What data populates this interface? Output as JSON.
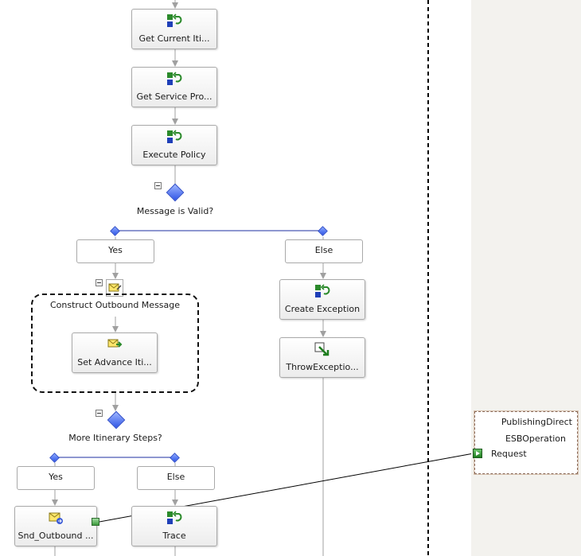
{
  "shapes": {
    "get_current_itinerary": "Get Current Iti...",
    "get_service_properties": "Get Service Pro...",
    "execute_policy": "Execute Policy",
    "create_exception": "Create Exception",
    "throw_exception": "ThrowExceptio...",
    "set_advance_itinerary": "Set Advance Iti...",
    "snd_outbound": "Snd_Outbound ...",
    "trace": "Trace"
  },
  "decisions": {
    "message_is_valid": "Message is Valid?",
    "more_itinerary_steps": "More Itinerary Steps?"
  },
  "branches": {
    "yes_1": "Yes",
    "else_1": "Else",
    "yes_2": "Yes",
    "else_2": "Else"
  },
  "scopes": {
    "construct_outbound": "Construct Outbound Message"
  },
  "port": {
    "name": "PublishingDirect",
    "operation": "ESBOperation",
    "request": "Request"
  },
  "icons": {
    "expression": "expression-shape-icon",
    "construct": "construct-message-icon",
    "message_assignment": "message-assignment-icon",
    "throw": "throw-exception-icon",
    "send": "send-shape-icon"
  },
  "colors": {
    "connector": "#a0a0a0",
    "branch_bar": "#1e2fa0",
    "diamond": "#2f55e6",
    "pane_bg": "#f3f2ee"
  }
}
